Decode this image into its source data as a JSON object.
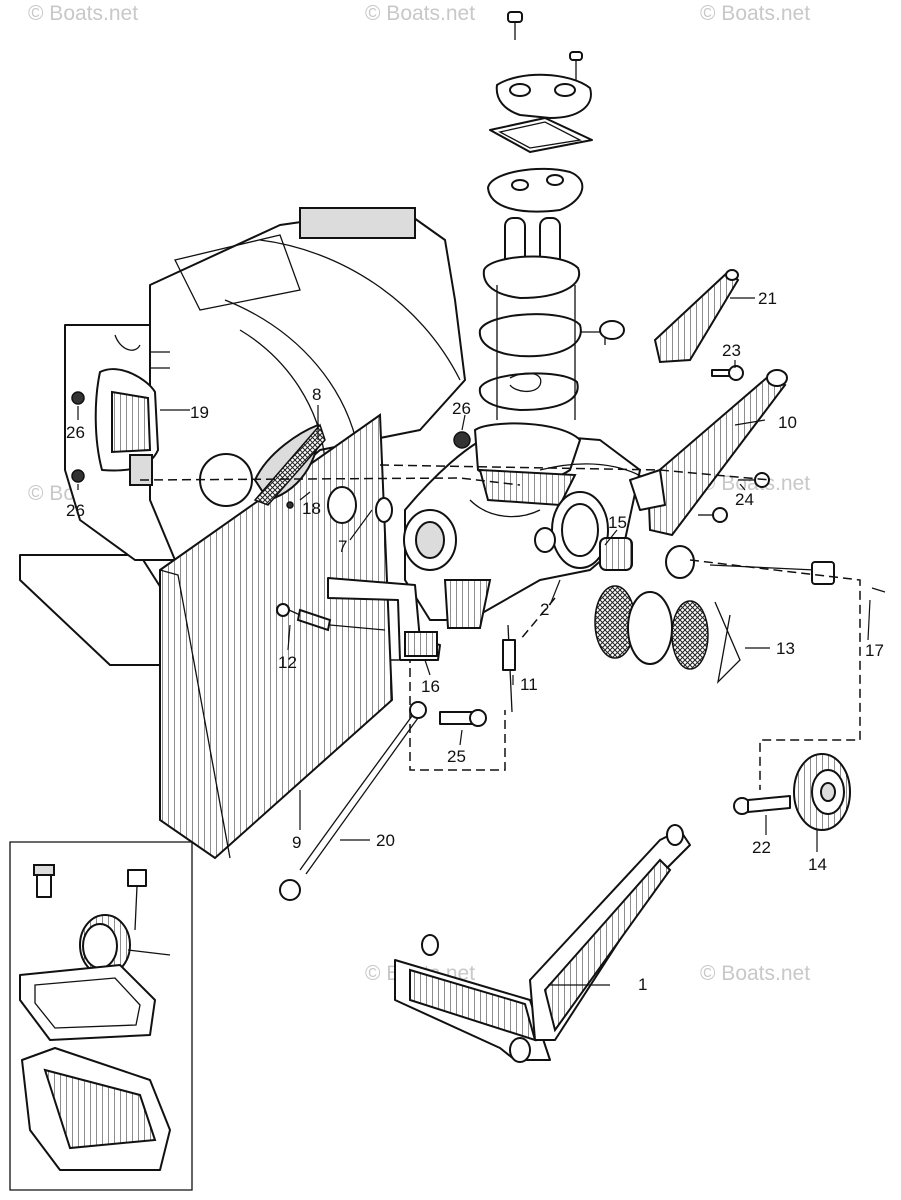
{
  "diagram": {
    "watermark": "© Boats.net",
    "callouts": [
      "1",
      "2",
      "7",
      "8",
      "9",
      "10",
      "11",
      "12",
      "13",
      "14",
      "15",
      "16",
      "17",
      "18",
      "19",
      "20",
      "21",
      "22",
      "23",
      "24",
      "25",
      "26"
    ]
  }
}
